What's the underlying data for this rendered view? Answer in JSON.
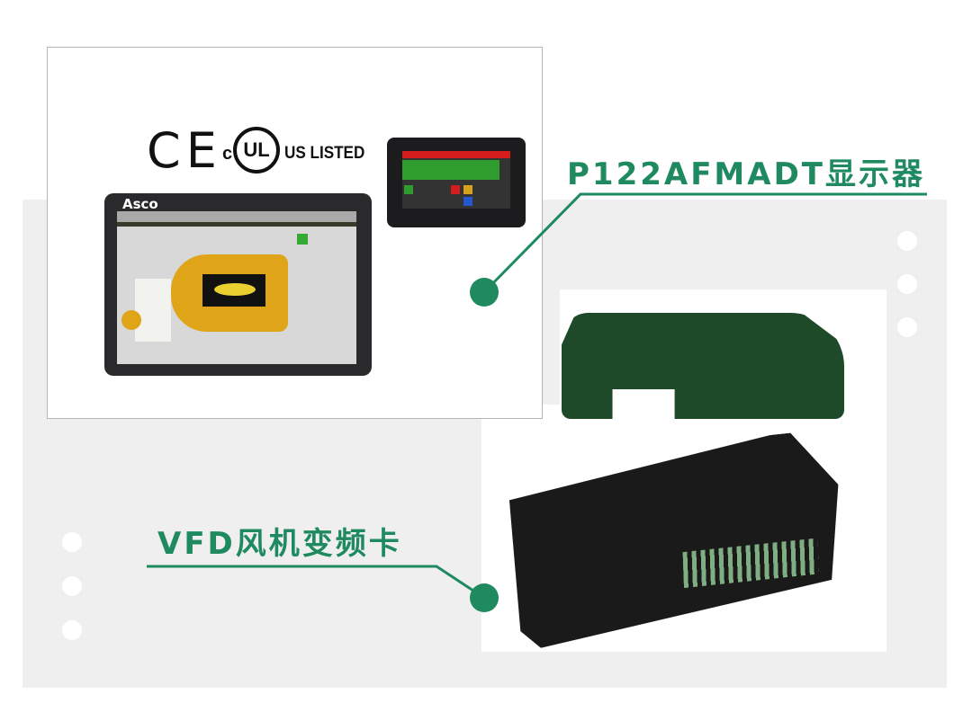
{
  "colors": {
    "accent": "#1f8a5f",
    "panel": "#efefef"
  },
  "certifications": {
    "ce": "CE",
    "c": "c",
    "ul": "UL",
    "us_listed": "US LISTED"
  },
  "tablet": {
    "brand": "Asco"
  },
  "labels": {
    "display": "P122AFMADT显示器",
    "vfd_card": "VFD风机变频卡"
  }
}
